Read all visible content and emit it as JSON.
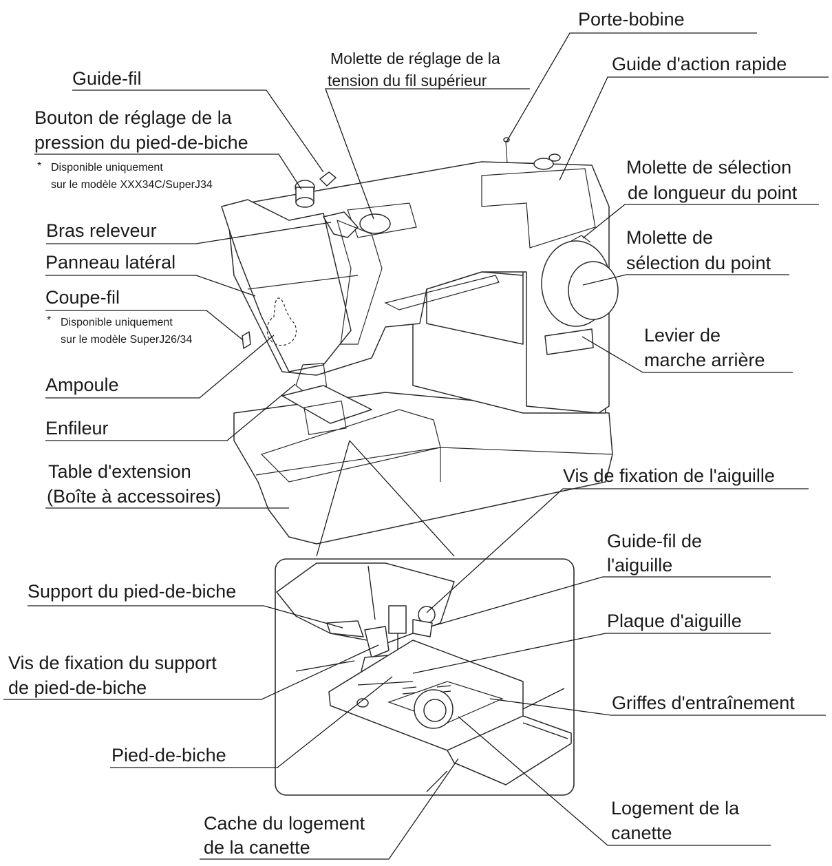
{
  "labels": {
    "porte_bobine": "Porte-bobine",
    "molette_tension_l1": "Molette de réglage de la",
    "molette_tension_l2": "tension du fil supérieur",
    "guide_action_rapide": "Guide d'action rapide",
    "guide_fil": "Guide-fil",
    "bouton_pression_l1": "Bouton de réglage de la",
    "bouton_pression_l2": "pression du pied-de-biche",
    "bouton_pression_note_l1": "Disponible uniquement",
    "bouton_pression_note_l2": "sur le modèle XXX34C/SuperJ34",
    "molette_longueur_l1": "Molette de sélection",
    "molette_longueur_l2": "de longueur du point",
    "bras_releveur": "Bras releveur",
    "molette_point_l1": "Molette de",
    "molette_point_l2": "sélection du point",
    "panneau_lateral": "Panneau latéral",
    "coupe_fil": "Coupe-fil",
    "coupe_fil_note_l1": "Disponible uniquement",
    "coupe_fil_note_l2": "sur le modèle SuperJ26/34",
    "levier_l1": "Levier de",
    "levier_l2": "marche arrière",
    "ampoule": "Ampoule",
    "enfileur": "Enfileur",
    "table_l1": "Table d'extension",
    "table_l2": "(Boîte à accessoires)",
    "vis_aiguille": "Vis de fixation de l'aiguille",
    "guide_fil_aiguille_l1": "Guide-fil de",
    "guide_fil_aiguille_l2": "l'aiguille",
    "support_pied": "Support du pied-de-biche",
    "plaque_aiguille": "Plaque d'aiguille",
    "vis_support_l1": "Vis de fixation du support",
    "vis_support_l2": "de pied-de-biche",
    "griffes": "Griffes d'entraînement",
    "pied_de_biche": "Pied-de-biche",
    "logement_l1": "Logement de la",
    "logement_l2": "canette",
    "cache_l1": "Cache du logement",
    "cache_l2": "de la canette"
  },
  "note_marker": "*"
}
